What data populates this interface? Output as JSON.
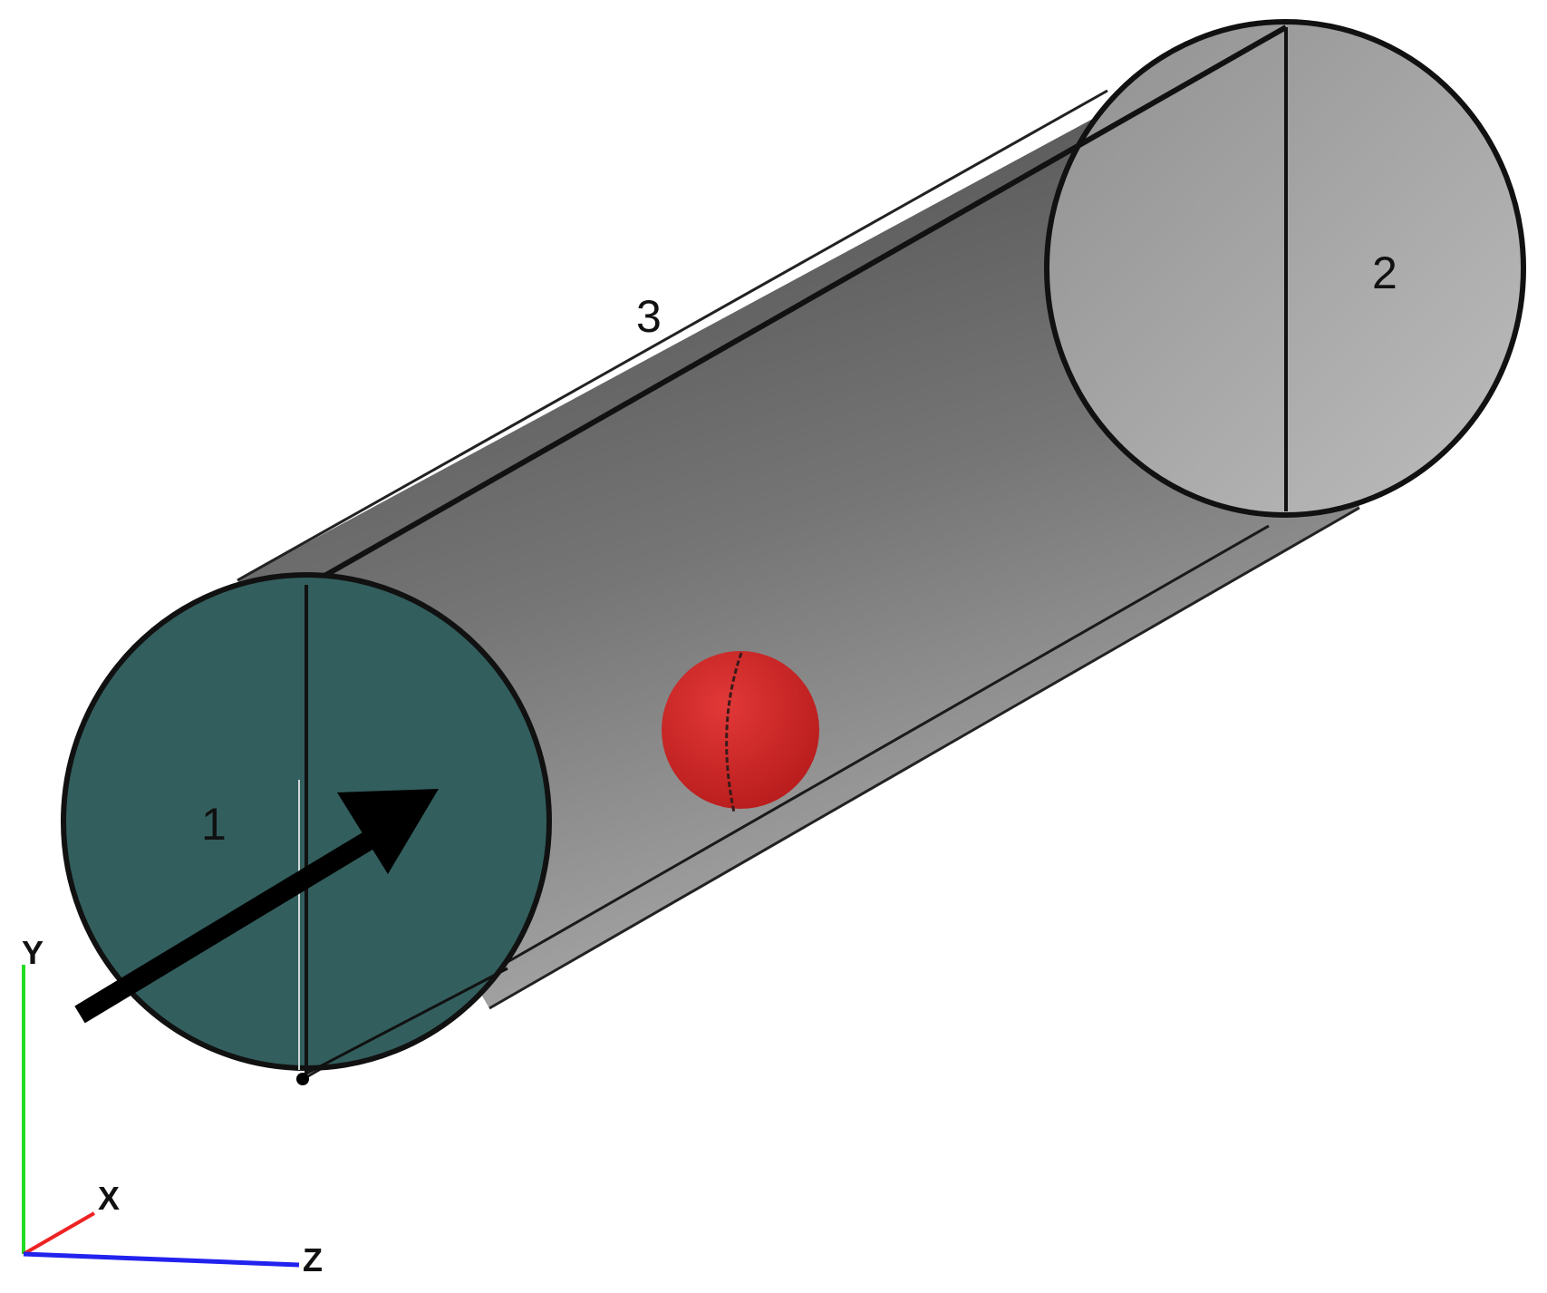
{
  "labels": {
    "inlet": "1",
    "outlet": "2",
    "wall": "3"
  },
  "axes": {
    "y": "Y",
    "x": "X",
    "z": "Z"
  },
  "colors": {
    "inlet_face": "#335e5e",
    "outlet_face": "#a9a9a9",
    "cylinder_body_dark": "#4b4b4b",
    "cylinder_body_light": "#9a9a9a",
    "particle": "#cc2222",
    "flow_arrow": "#000000",
    "axis_y": "#22dd22",
    "axis_x": "#ee2222",
    "axis_z": "#2222ee"
  }
}
